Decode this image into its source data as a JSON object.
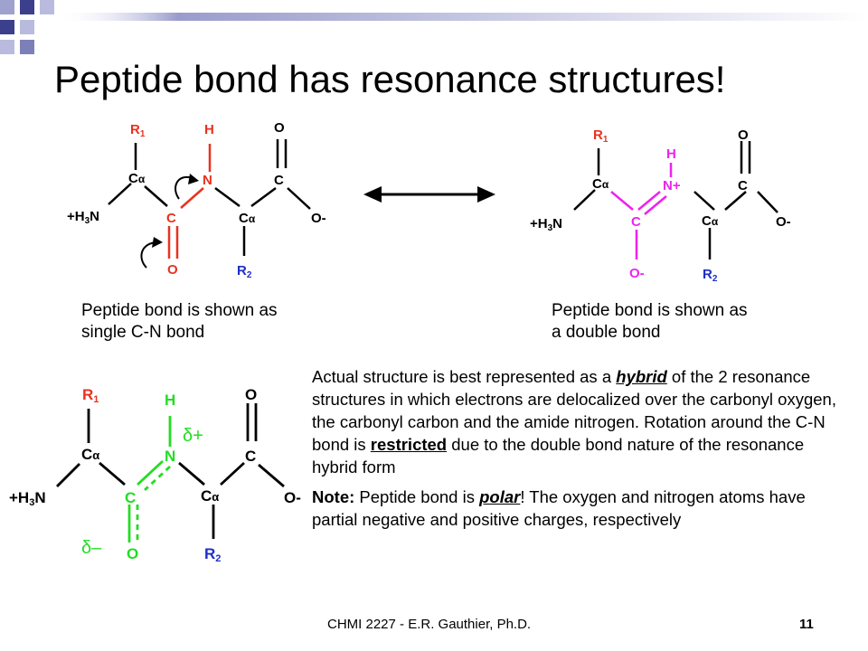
{
  "slide": {
    "title": "Peptide bond has resonance structures!",
    "caption_left": [
      "Peptide bond is shown as",
      "single C-N bond"
    ],
    "caption_right": [
      "Peptide bond is shown as",
      "a double bond"
    ],
    "paragraph": {
      "part1": "Actual structure is best represented as a ",
      "hybrid": "hybrid",
      "part2": " of the 2 resonance structures in which electrons are delocalized over the carbonyl oxygen, the carbonyl carbon and the amide nitrogen.  Rotation around the C-N bond is ",
      "restricted": "restricted",
      "part3": " due to the double bond nature of the resonance hybrid form"
    },
    "note": {
      "label": "Note:",
      "part1": " Peptide bond is ",
      "polar": "polar",
      "part2": "! The oxygen and nitrogen atoms have partial negative and positive charges, respectively"
    },
    "footer": {
      "author": "CHMI 2227 - E.R. Gauthier, Ph.D.",
      "page": "11"
    }
  },
  "structures": {
    "labels": {
      "r1": "R1",
      "r2": "R2",
      "h": "H",
      "n": "N",
      "nplus": "N+",
      "c": "C",
      "calpha": "Cα",
      "o": "O",
      "ominus": "O-",
      "h3n": "+H3N",
      "delta_plus": "δ+",
      "delta_minus": "δ–"
    }
  },
  "colors": {
    "structure1_bond": "#e8321e",
    "structure2_bond": "#ee22ee",
    "hybrid_bond": "#22dd22",
    "r_group": "#1f2ec8",
    "text": "#000000"
  }
}
